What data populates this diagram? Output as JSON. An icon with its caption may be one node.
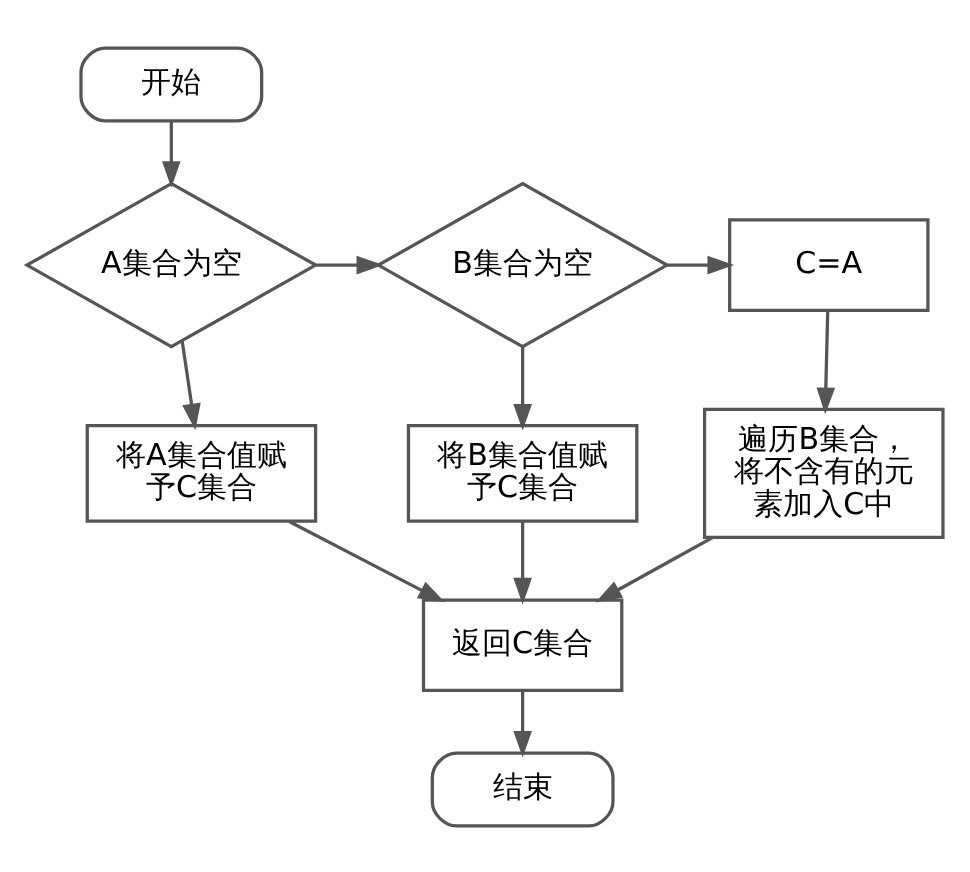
{
  "diagram": {
    "nodes": [
      {
        "text": [
          "开始"
        ]
      },
      {
        "text": [
          "A集合为空"
        ]
      },
      {
        "text": [
          "B集合为空"
        ]
      },
      {
        "text": [
          "C=A"
        ]
      },
      {
        "text": [
          "将A集合值赋予C集合"
        ]
      },
      {
        "text": [
          "将B集合值赋予C集合"
        ]
      },
      {
        "text": [
          "遍历B集合，将不含有的元素加入C中"
        ]
      },
      {
        "text": [
          "返回C集合"
        ]
      },
      {
        "text": [
          "结束"
        ]
      }
    ],
    "edges": [
      {
        "from": 0,
        "to": 1,
        "arrow": "to"
      },
      {
        "from": 1,
        "to": 2,
        "arrow": "to"
      },
      {
        "from": 2,
        "to": 3,
        "arrow": "to"
      },
      {
        "from": 1,
        "to": 4,
        "arrow": "to"
      },
      {
        "from": 2,
        "to": 5,
        "arrow": "to"
      },
      {
        "from": 3,
        "to": 6,
        "arrow": "to"
      },
      {
        "from": 4,
        "to": 7,
        "arrow": "to"
      },
      {
        "from": 5,
        "to": 7,
        "arrow": "to"
      },
      {
        "from": 6,
        "to": 7,
        "arrow": "to"
      },
      {
        "from": 7,
        "to": 8,
        "arrow": "to"
      }
    ]
  }
}
